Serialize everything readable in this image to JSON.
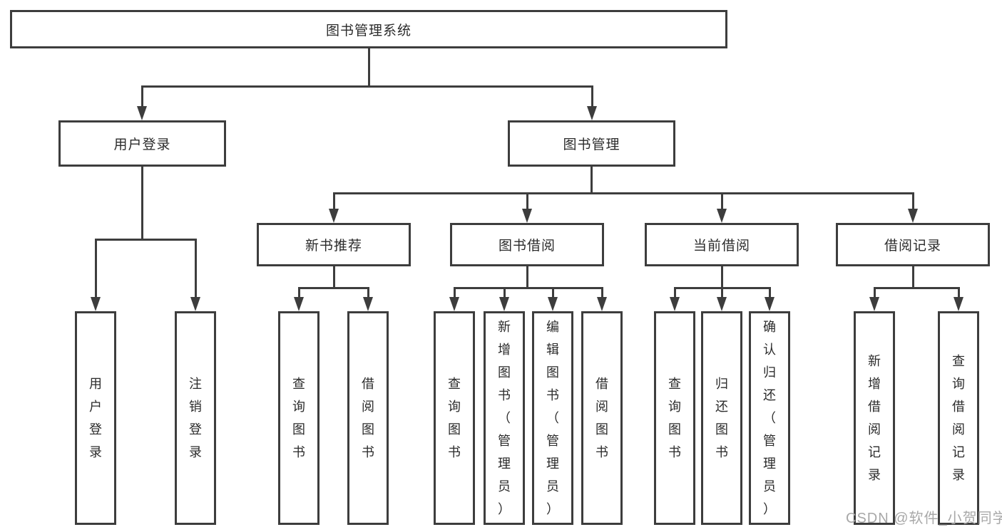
{
  "diagram": {
    "type": "tree",
    "tree": {
      "label": "图书管理系统",
      "children": [
        {
          "label": "用户登录",
          "children": [
            {
              "label": "用户登录"
            },
            {
              "label": "注销登录"
            }
          ]
        },
        {
          "label": "图书管理",
          "children": [
            {
              "label": "新书推荐",
              "children": [
                {
                  "label": "查询图书"
                },
                {
                  "label": "借阅图书"
                }
              ]
            },
            {
              "label": "图书借阅",
              "children": [
                {
                  "label": "查询图书"
                },
                {
                  "label": "新增图书（管理员）"
                },
                {
                  "label": "编辑图书（管理员）"
                },
                {
                  "label": "借阅图书"
                }
              ]
            },
            {
              "label": "当前借阅",
              "children": [
                {
                  "label": "查询图书"
                },
                {
                  "label": "归还图书"
                },
                {
                  "label": "确认归还（管理员）"
                }
              ]
            },
            {
              "label": "借阅记录",
              "children": [
                {
                  "label": "新增借阅记录"
                },
                {
                  "label": "查询借阅记录"
                }
              ]
            }
          ]
        }
      ]
    }
  },
  "watermark": {
    "text": "CSDN @软件_小贺同学"
  },
  "colors": {
    "line": "#3d3d3d",
    "text": "#2b2b2b",
    "watermark": "#a8a8a8",
    "background": "#ffffff"
  }
}
